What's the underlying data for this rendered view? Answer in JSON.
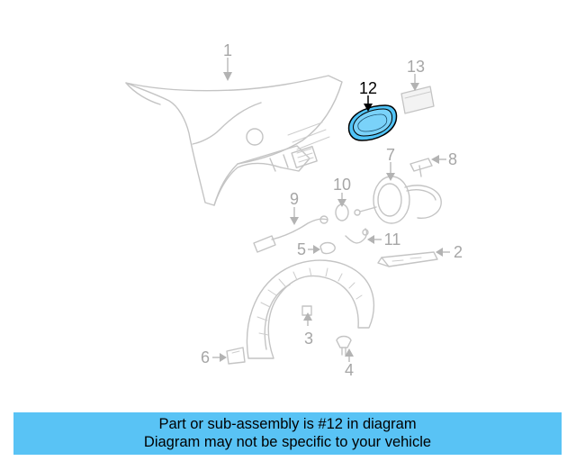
{
  "diagram": {
    "callouts": {
      "p1": "1",
      "p2": "2",
      "p3": "3",
      "p4": "4",
      "p5": "5",
      "p6": "6",
      "p7": "7",
      "p8": "8",
      "p9": "9",
      "p10": "10",
      "p11": "11",
      "p12": "12",
      "p13": "13"
    },
    "highlighted_part": "12",
    "highlight_color": "#4fc3f7"
  },
  "banner": {
    "line1": "Part or sub-assembly is #12 in diagram",
    "line2": "Diagram may not be specific to your vehicle",
    "background": "#59c3f5"
  }
}
